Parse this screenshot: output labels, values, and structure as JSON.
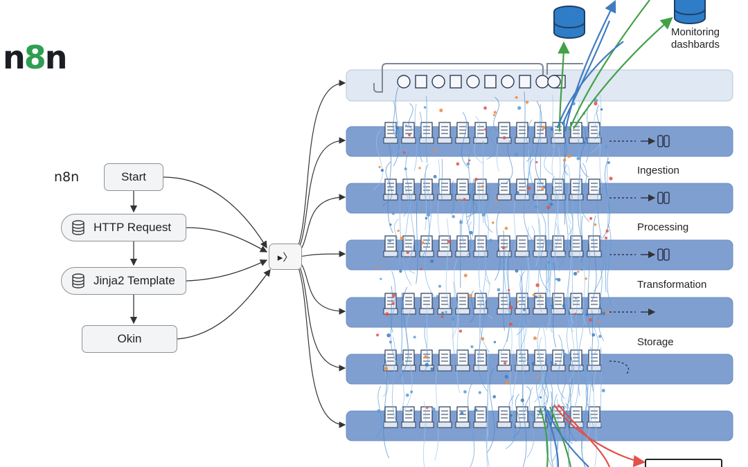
{
  "logo": {
    "text_left": "n",
    "text_mid": "8",
    "text_right": "n"
  },
  "small_logo": "n8n",
  "workflow": {
    "nodes": [
      {
        "id": "start",
        "label": "Start"
      },
      {
        "id": "http",
        "label": "HTTP Request",
        "icon": "database-icon"
      },
      {
        "id": "jinja",
        "label": "Jinja2 Template",
        "icon": "database-icon"
      },
      {
        "id": "okin",
        "label": "Okin"
      }
    ],
    "router_label": "▸〉"
  },
  "lanes": [
    {
      "label": ""
    },
    {
      "label": "Ingestion"
    },
    {
      "label": "Processing"
    },
    {
      "label": "Transformation"
    },
    {
      "label": "Storage"
    },
    {
      "label": ""
    }
  ],
  "monitoring_label": "Monitoring dashbards",
  "colors": {
    "lane_fill": "#7f9fd1",
    "top_bar_fill": "#dfe8f3",
    "flow_blue": "#5b9bd5",
    "flow_green": "#4caf50",
    "flow_red": "#e0524a",
    "accent_green": "#2f9e52",
    "db_blue": "#2e7dc6"
  }
}
